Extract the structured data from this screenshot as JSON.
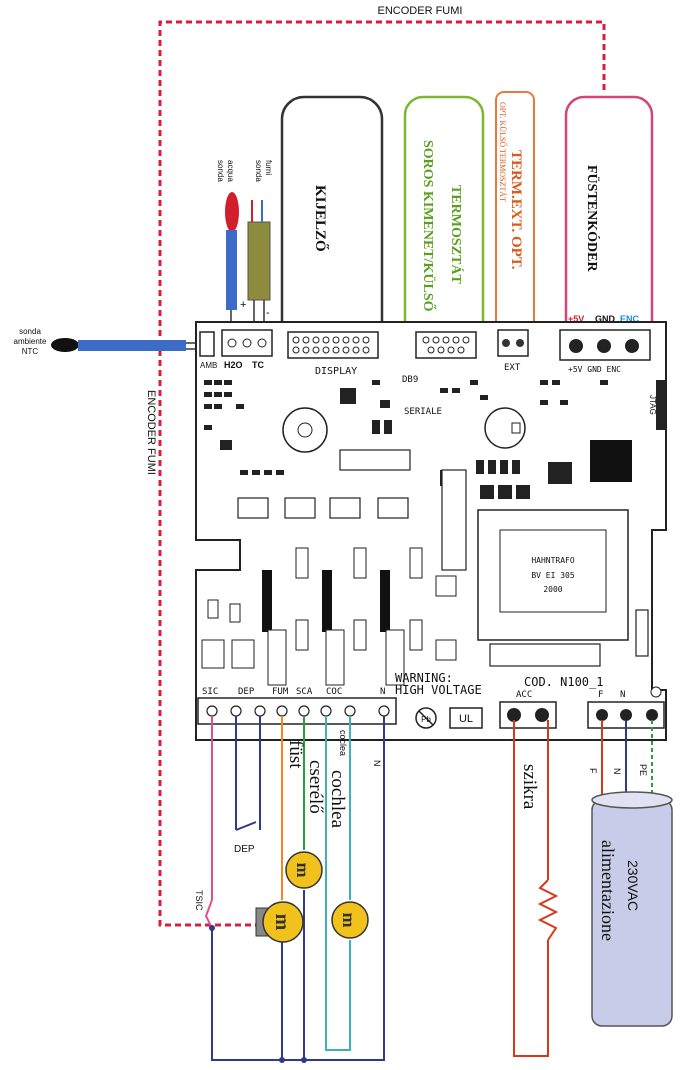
{
  "encoder": {
    "top_label": "ENCODER FUMI",
    "side_label": "ENCODER FUMI"
  },
  "modules": {
    "display": "KIJELZŐ",
    "serial_line1": "SOROS KIMENET/KÜLSŐ",
    "serial_line2": "TERMOSZTÁT",
    "ext_term_line1": "OPT. KÜLSŐ TERMOSZTÁT",
    "ext_term_line2": "TERM.EXT. OPT.",
    "smoke_encoder": "FÜSTENKÓDER"
  },
  "probes": {
    "water_l1": "sonda",
    "water_l2": "acqua",
    "smoke_l1": "sonda",
    "smoke_l2": "fumi",
    "ambient_l1": "sonda",
    "ambient_l2": "ambiente",
    "ambient_l3": "NTC"
  },
  "board": {
    "amb": "AMB",
    "h2o": "H2O",
    "tc": "TC",
    "plus": "+",
    "minus": "-",
    "display_conn": "DISPLAY",
    "db9": "DB9",
    "seriale": "SERIALE",
    "ext": "EXT",
    "enc_pins": "+5V  GND  ENC",
    "enc_plus5": "+5V",
    "enc_gnd": "GND",
    "enc_enc": "ENC",
    "jtag": "JTAG",
    "trafo_l1": "HAHNTRAFO",
    "trafo_l2": "BV EI 305",
    "trafo_l3": "2000",
    "warning_l1": "WARNING:",
    "warning_l2": "HIGH VOLTAGE",
    "cod": "COD. N100_1",
    "ul": "UL",
    "pb": "Pb",
    "terminals_left": [
      "SIC",
      "DEP",
      "FUM",
      "SCA",
      "COC",
      "N"
    ],
    "acc": "ACC",
    "f": "F",
    "n": "N",
    "pe": "PE"
  },
  "wiring": {
    "dep": "DEP",
    "tsic": "TSIC",
    "fust": "füst",
    "cserelo": "cserélő",
    "cochlea1": "cochlea",
    "cochlea2": "coclea",
    "n": "N",
    "szikra": "szikra",
    "f": "F",
    "n2": "N",
    "pe": "PE",
    "supply_l1": "alimentazione",
    "supply_l2": "230VAC"
  },
  "colors": {
    "encoder_line": "#d81e3c",
    "display_box": "#333333",
    "serial_box": "#7ab82e",
    "serial_text": "#5aa020",
    "ext_box": "#e8793c",
    "ext_text": "#d95a1c",
    "encoder_box": "#d2447a",
    "wire_pink": "#e0508a",
    "wire_navy": "#2e3a8c",
    "wire_orange": "#ee8a1c",
    "wire_green": "#2e9e3c",
    "wire_teal": "#3cb4b4",
    "wire_red": "#d43a1c",
    "motor_yellow": "#f2c21c",
    "probe_blue": "#3c6cc8",
    "probe_olive": "#8c8c3c",
    "probe_red": "#d21e2c"
  }
}
